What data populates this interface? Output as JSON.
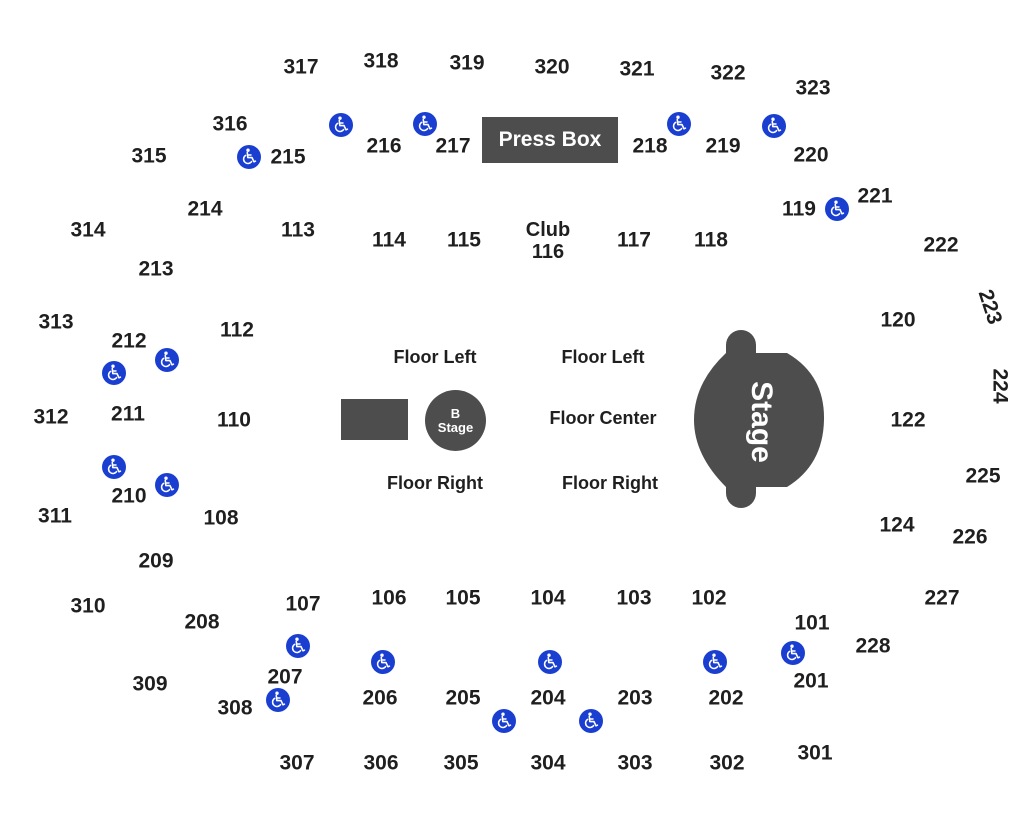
{
  "colors": {
    "block_fill": "#4d4d4d",
    "ada_icon": "#1a3fd0",
    "section_text": "#1f1f1f"
  },
  "press_box": "Press Box",
  "b_stage": {
    "line1": "B",
    "line2": "Stage"
  },
  "stage": "Stage",
  "club": {
    "line1": "Club",
    "line2": "116"
  },
  "floor": {
    "left_1": "Floor Left",
    "left_2": "Floor Left",
    "center": "Floor Center",
    "right_1": "Floor Right",
    "right_2": "Floor Right"
  },
  "sections": {
    "s101": "101",
    "s102": "102",
    "s103": "103",
    "s104": "104",
    "s105": "105",
    "s106": "106",
    "s107": "107",
    "s108": "108",
    "s110": "110",
    "s112": "112",
    "s113": "113",
    "s114": "114",
    "s115": "115",
    "s117": "117",
    "s118": "118",
    "s119": "119",
    "s120": "120",
    "s122": "122",
    "s124": "124",
    "s201": "201",
    "s202": "202",
    "s203": "203",
    "s204": "204",
    "s205": "205",
    "s206": "206",
    "s207": "207",
    "s208": "208",
    "s209": "209",
    "s210": "210",
    "s211": "211",
    "s212": "212",
    "s213": "213",
    "s214": "214",
    "s215": "215",
    "s216": "216",
    "s217": "217",
    "s218": "218",
    "s219": "219",
    "s220": "220",
    "s221": "221",
    "s222": "222",
    "s223": "223",
    "s224": "224",
    "s225": "225",
    "s226": "226",
    "s227": "227",
    "s228": "228",
    "s301": "301",
    "s302": "302",
    "s303": "303",
    "s304": "304",
    "s305": "305",
    "s306": "306",
    "s307": "307",
    "s308": "308",
    "s309": "309",
    "s310": "310",
    "s311": "311",
    "s312": "312",
    "s313": "313",
    "s314": "314",
    "s315": "315",
    "s316": "316",
    "s317": "317",
    "s318": "318",
    "s319": "319",
    "s320": "320",
    "s321": "321",
    "s322": "322",
    "s323": "323"
  },
  "ada_icon_name": "wheelchair-accessible-icon"
}
